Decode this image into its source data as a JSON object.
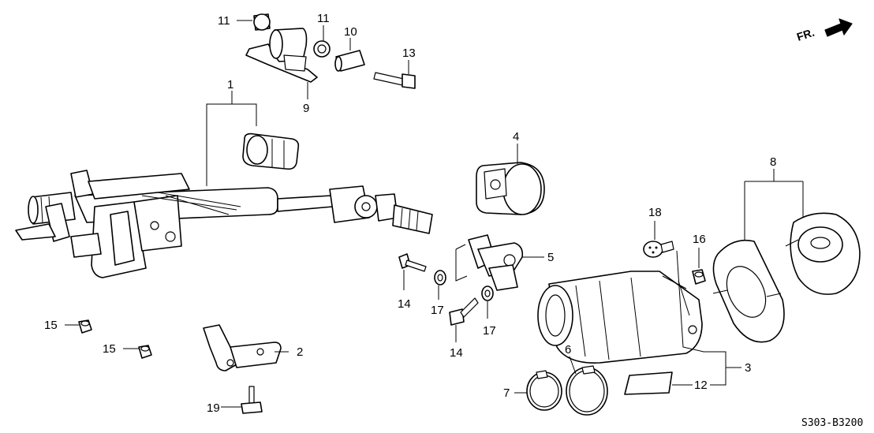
{
  "diagram": {
    "code": "S303-B3200",
    "direction_label": "FR.",
    "callouts": [
      {
        "id": "c1",
        "label": "1"
      },
      {
        "id": "c2",
        "label": "2"
      },
      {
        "id": "c3",
        "label": "3"
      },
      {
        "id": "c4",
        "label": "4"
      },
      {
        "id": "c5",
        "label": "5"
      },
      {
        "id": "c6",
        "label": "6"
      },
      {
        "id": "c7",
        "label": "7"
      },
      {
        "id": "c8",
        "label": "8"
      },
      {
        "id": "c9",
        "label": "9"
      },
      {
        "id": "c10",
        "label": "10"
      },
      {
        "id": "c11a",
        "label": "11"
      },
      {
        "id": "c11b",
        "label": "11"
      },
      {
        "id": "c12",
        "label": "12"
      },
      {
        "id": "c13",
        "label": "13"
      },
      {
        "id": "c14a",
        "label": "14"
      },
      {
        "id": "c14b",
        "label": "14"
      },
      {
        "id": "c15a",
        "label": "15"
      },
      {
        "id": "c15b",
        "label": "15"
      },
      {
        "id": "c16",
        "label": "16"
      },
      {
        "id": "c17a",
        "label": "17"
      },
      {
        "id": "c17b",
        "label": "17"
      },
      {
        "id": "c18",
        "label": "18"
      },
      {
        "id": "c19",
        "label": "19"
      }
    ]
  }
}
